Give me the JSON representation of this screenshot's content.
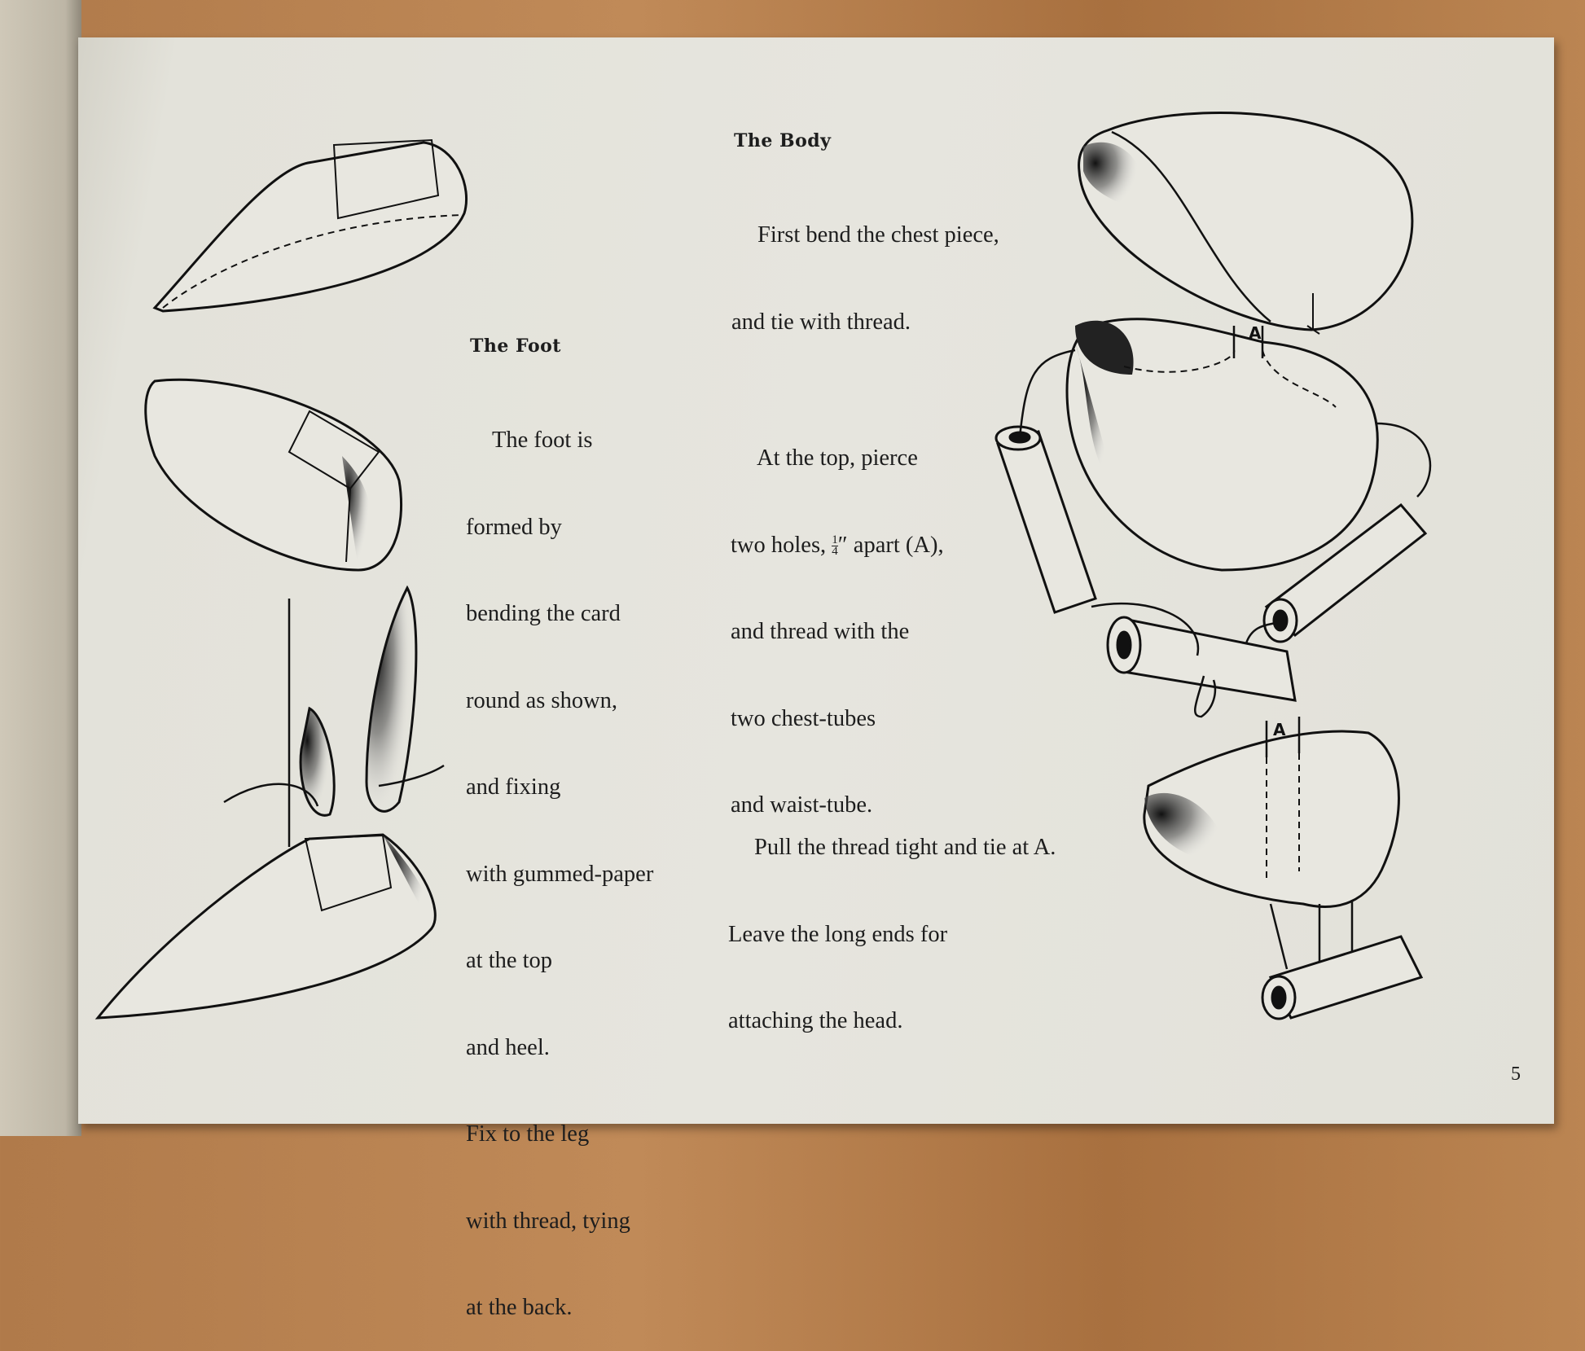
{
  "foot": {
    "heading": "The Foot",
    "lines": [
      "The foot is",
      "formed by",
      "bending the card",
      "round as shown,",
      "and fixing",
      "with gummed-paper",
      "at the top",
      "and heel.",
      "Fix to the leg",
      "with thread, tying",
      "at the back."
    ]
  },
  "body": {
    "heading": "The Body",
    "lines": [
      "First bend the chest piece,",
      "and tie with thread."
    ]
  },
  "pierce": {
    "line1": "At the top, pierce",
    "line2_pre": "two holes, ",
    "frac_num": "1",
    "frac_den": "4",
    "line2_post": "″ apart (A),",
    "line3": "and thread with the",
    "line4": "two chest-tubes",
    "line5": "and waist-tube."
  },
  "pull": {
    "lines": [
      "Pull the thread tight and tie at A.",
      "Leave the long ends for",
      "attaching the head."
    ]
  },
  "labels": {
    "a1": "A",
    "a2": "A"
  },
  "page_number": "5"
}
